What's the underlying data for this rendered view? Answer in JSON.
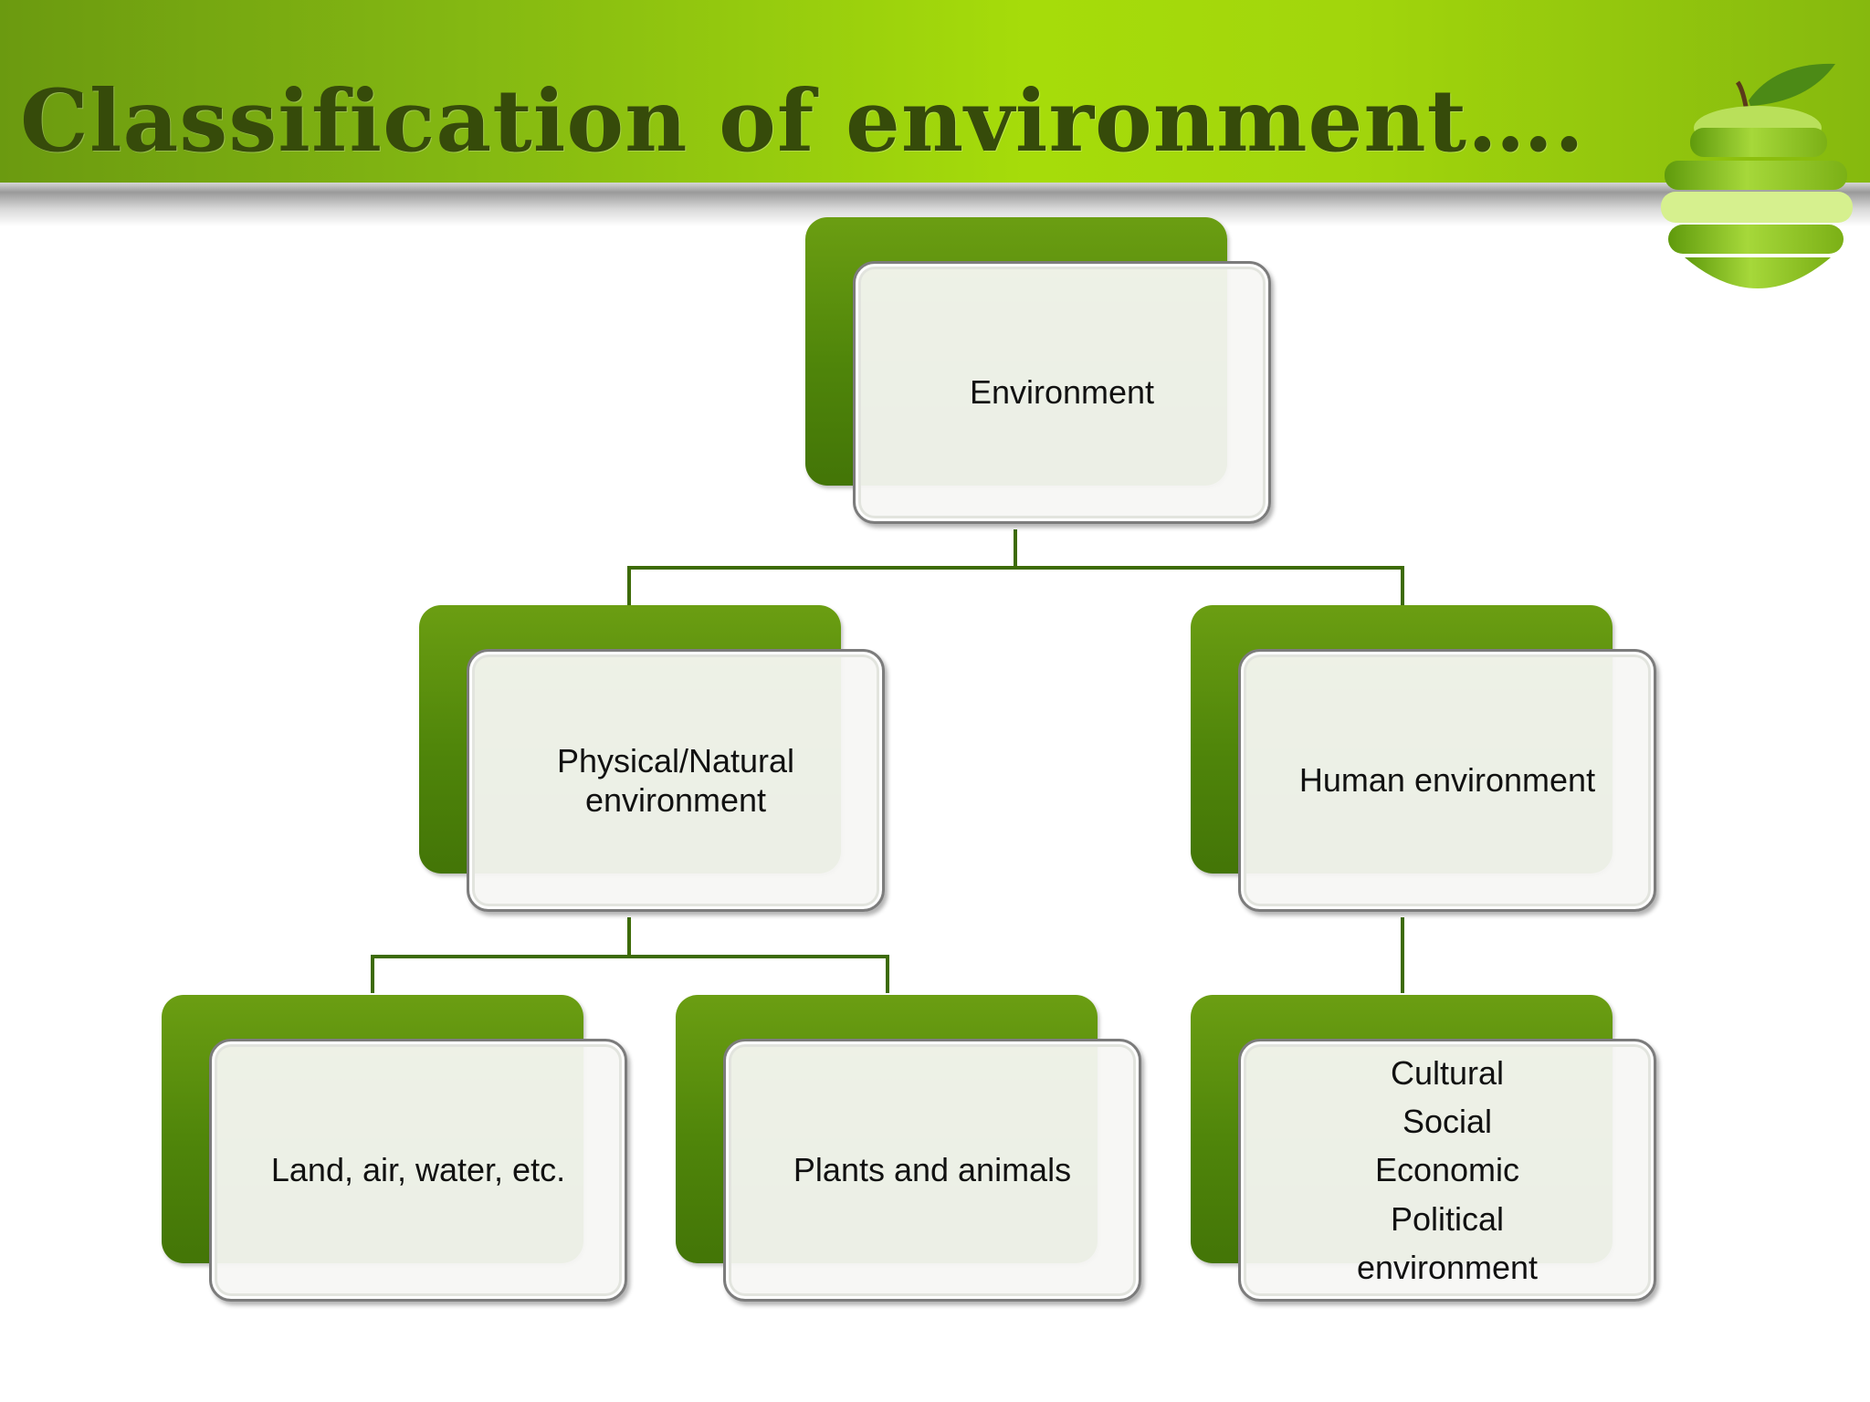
{
  "slide": {
    "title": "Classification of environment….",
    "colors": {
      "header_green": "#a6dc0a",
      "box_green": "#4f850a",
      "title_text": "#364b0a",
      "connector": "#3d6b06"
    },
    "logo": "green-apple-slices-icon"
  },
  "diagram": {
    "root": {
      "label": "Environment"
    },
    "physical": {
      "label": "Physical/Natural environment",
      "lines": [
        "Physical/Natural",
        "environment"
      ]
    },
    "human": {
      "label": "Human environment"
    },
    "land": {
      "label": "Land, air, water, etc."
    },
    "plants": {
      "label": "Plants and animals"
    },
    "human_types": {
      "lines": [
        "Cultural",
        "Social",
        "Economic",
        "Political",
        "environment"
      ]
    }
  }
}
